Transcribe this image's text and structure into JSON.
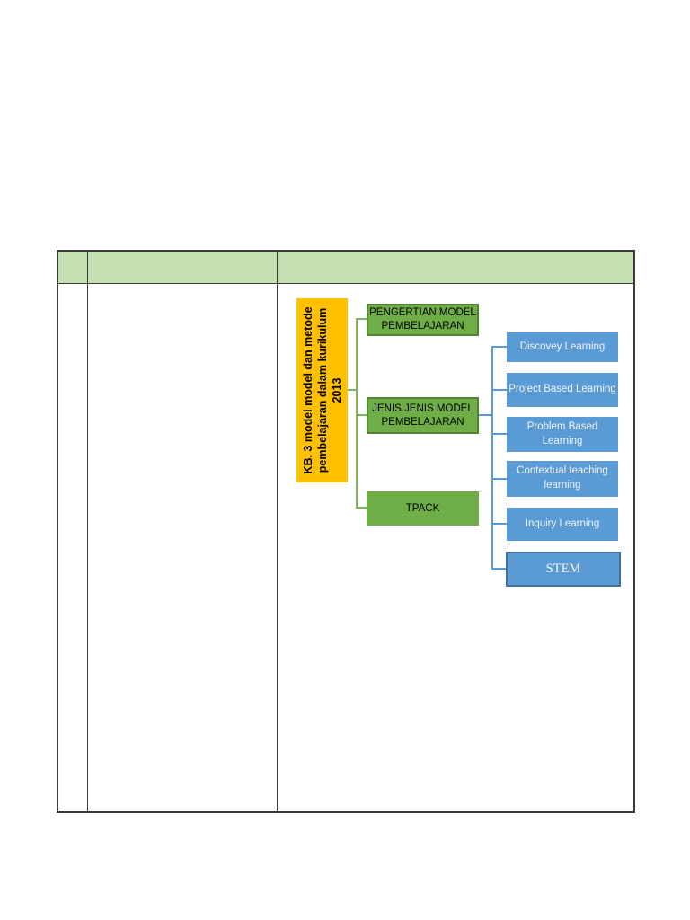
{
  "page": {
    "background": "#ffffff"
  },
  "table": {
    "header_fill": "#c5e0b3",
    "border_color": "#3a3a3a",
    "header_cells": [
      "",
      "",
      ""
    ],
    "body_cells": [
      "",
      "",
      ""
    ]
  },
  "diagram": {
    "root": {
      "label": "KB. 3 model model dan metode pembelajaran dalam kurikulum 2013",
      "fill": "#ffc000",
      "text_color": "#000000"
    },
    "branches": [
      {
        "label": "PENGERTIAN MODEL PEMBELAJARAN"
      },
      {
        "label": "JENIS JENIS MODEL PEMBELAJARAN"
      },
      {
        "label": "TPACK"
      }
    ],
    "leaves": [
      {
        "label": "Discovey Learning"
      },
      {
        "label": "Project Based Learning"
      },
      {
        "label": "Problem Based Learning"
      },
      {
        "label": "Contextual teaching learning"
      },
      {
        "label": "Inquiry Learning"
      },
      {
        "label": "STEM",
        "highlighted": true
      }
    ],
    "colors": {
      "branch_fill": "#6fad47",
      "branch_border": "#548235",
      "leaf_fill": "#5b9bd5",
      "leaf_highlight_border": "#41719c",
      "leaf_text": "#ffffff",
      "connector_green": "#7db65a",
      "connector_blue": "#5b9bd5",
      "root_fill": "#ffc000"
    }
  }
}
